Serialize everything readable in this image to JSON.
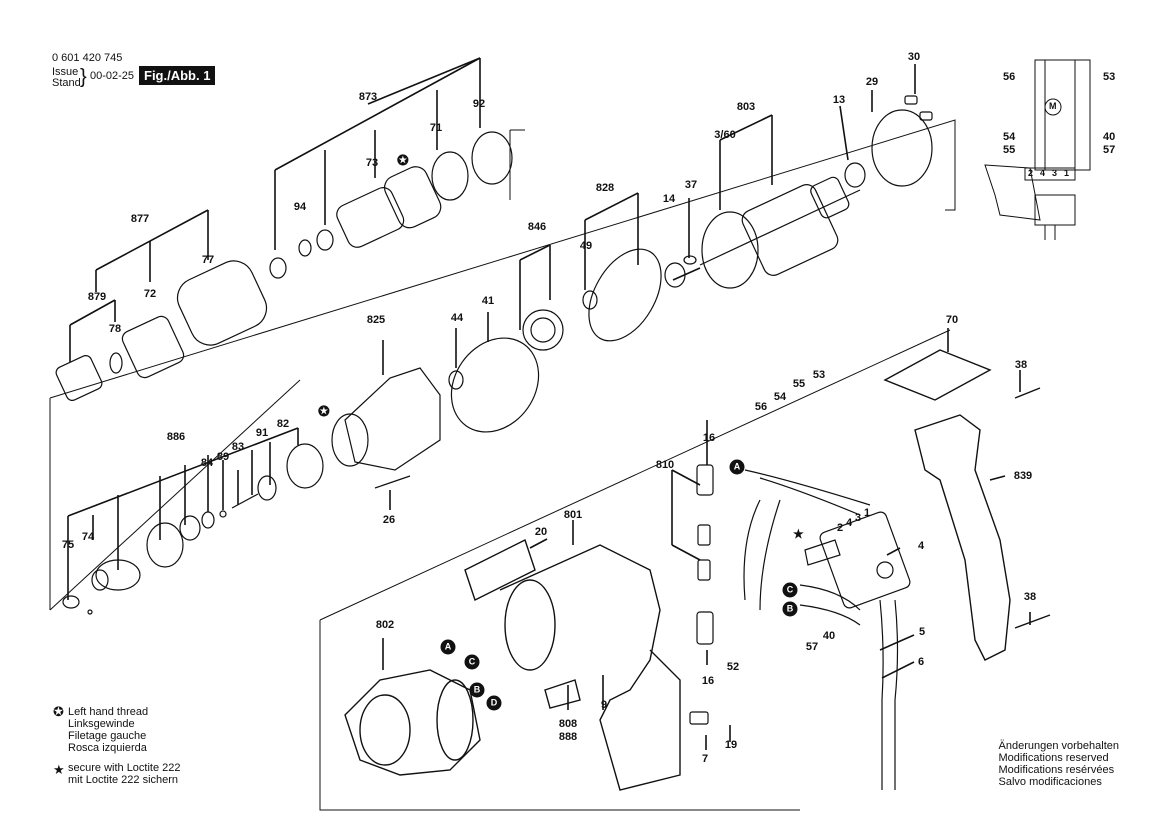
{
  "header": {
    "part_number": "0 601 420 745",
    "issue_label": "Issue",
    "stand_label": "Stand",
    "date": "00-02-25",
    "figure": "Fig./Abb. 1"
  },
  "part_numbers": [
    "30",
    "29",
    "13",
    "803",
    "3/60",
    "92",
    "71",
    "873",
    "73",
    "877",
    "94",
    "77",
    "879",
    "72",
    "78",
    "828",
    "37",
    "14",
    "846",
    "49",
    "41",
    "44",
    "825",
    "886",
    "82",
    "91",
    "84",
    "89",
    "83",
    "75",
    "74",
    "26",
    "20",
    "801",
    "16",
    "810",
    "56",
    "54",
    "55",
    "53",
    "70",
    "38",
    "839",
    "4",
    "5",
    "6",
    "40",
    "57",
    "802",
    "808",
    "888",
    "9",
    "52",
    "16",
    "7",
    "19",
    "38"
  ],
  "markers": [
    "A",
    "C",
    "B",
    "D",
    "A",
    "C",
    "B"
  ],
  "wiring_inset": {
    "labels": [
      "56",
      "53",
      "54",
      "40",
      "55",
      "57"
    ],
    "terminals": [
      "2",
      "4",
      "3",
      "1"
    ],
    "motor": "M"
  },
  "switch_terminals": [
    "1",
    "3",
    "4",
    "2"
  ],
  "legend": {
    "left_hand_thread": [
      "Left hand thread",
      "Linksgewinde",
      "Filetage gauche",
      "Rosca izquierda"
    ],
    "loctite": [
      "secure with Loctite 222",
      "mit Loctite 222 sichern"
    ]
  },
  "notes": [
    "Änderungen vorbehalten",
    "Modifications reserved",
    "Modifications resérvées",
    "Salvo modificaciones"
  ]
}
